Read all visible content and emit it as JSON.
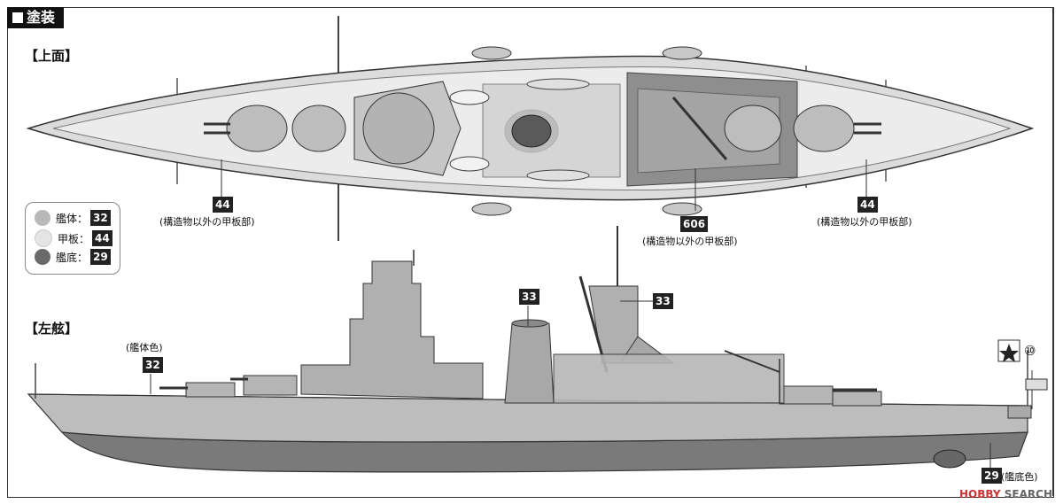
{
  "header": {
    "title": "塗装"
  },
  "views": {
    "top": {
      "label": "【上面】"
    },
    "side": {
      "label": "【左舷】"
    }
  },
  "callouts": {
    "top_left_num": "44",
    "top_left_text": "(構造物以外の甲板部)",
    "top_center_num": "606",
    "top_center_text": "(構造物以外の甲板部)",
    "top_right_num": "44",
    "top_right_text": "(構造物以外の甲板部)",
    "side_hull_text": "(艦体色)",
    "side_hull_num": "32",
    "side_funnel_num": "33",
    "side_mast_num": "33",
    "side_bottom_num": "29",
    "side_bottom_text": "(艦底色)",
    "flag_num": "⑩"
  },
  "legend": [
    {
      "label": "艦体：",
      "num": "32",
      "color": "#b8b8b8"
    },
    {
      "label": "甲板：",
      "num": "44",
      "color": "#e4e4e4"
    },
    {
      "label": "艦底：",
      "num": "29",
      "color": "#6a6a6a"
    }
  ],
  "watermark": {
    "brand": "HOBBY",
    "suffix": "SEARCH"
  }
}
